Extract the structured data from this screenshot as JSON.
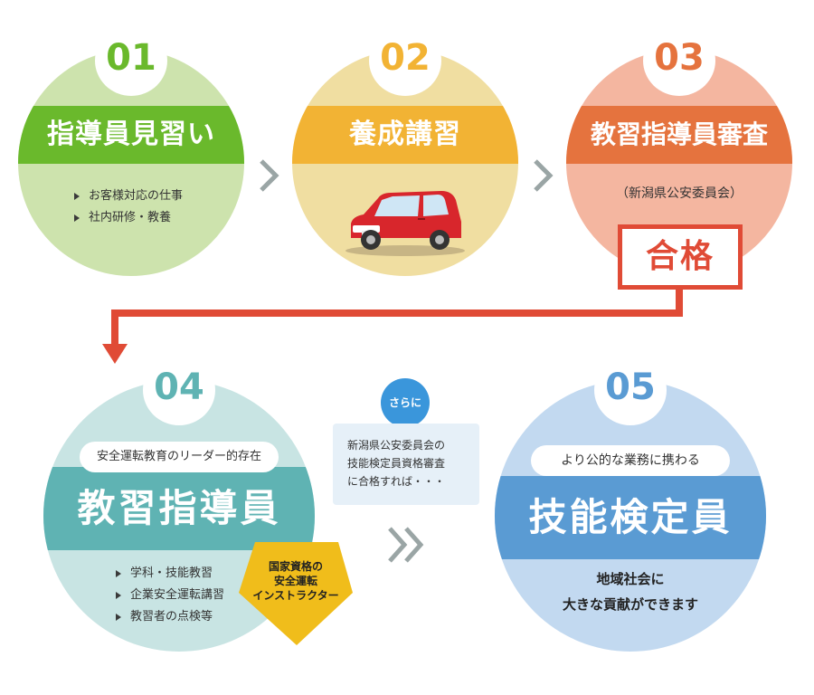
{
  "step1": {
    "number": "01",
    "title": "指導員見習い",
    "bullets": [
      "お客様対応の仕事",
      "社内研修・教養"
    ]
  },
  "step2": {
    "number": "02",
    "title": "養成講習"
  },
  "step3": {
    "number": "03",
    "title": "教習指導員審査",
    "subtitle": "（新潟県公安委員会）",
    "pass_label": "合格"
  },
  "step4": {
    "number": "04",
    "pill": "安全運転教育のリーダー的存在",
    "title": "教習指導員",
    "bullets": [
      "学科・技能教習",
      "企業安全運転講習",
      "教習者の点検等"
    ],
    "badge_lines": [
      "国家資格の",
      "安全運転",
      "インストラクター"
    ]
  },
  "middle": {
    "bubble": "さらに",
    "note_lines": [
      "新潟県公安委員会の",
      "技能検定員資格審査",
      "に合格すれば・・・"
    ]
  },
  "step5": {
    "number": "05",
    "pill": "より公的な業務に携わる",
    "title": "技能検定員",
    "desc_lines": [
      "地域社会に",
      "大きな貢献ができます"
    ]
  },
  "colors": {
    "green": "#6ab92c",
    "green_light": "#cde3ad",
    "yellow": "#f2b334",
    "yellow_light": "#f0dea1",
    "orange": "#e5733e",
    "orange_light": "#f4b6a0",
    "red": "#e04b36",
    "teal": "#5fb3b3",
    "teal_light": "#c8e4e3",
    "blue": "#5a9bd3",
    "blue_light": "#c2d9f0",
    "gold": "#f0bd1b",
    "gray": "#9aa5a5"
  },
  "icons": [
    "chevron-right-icon",
    "car-icon",
    "down-arrow-icon",
    "double-chevron-icon"
  ]
}
